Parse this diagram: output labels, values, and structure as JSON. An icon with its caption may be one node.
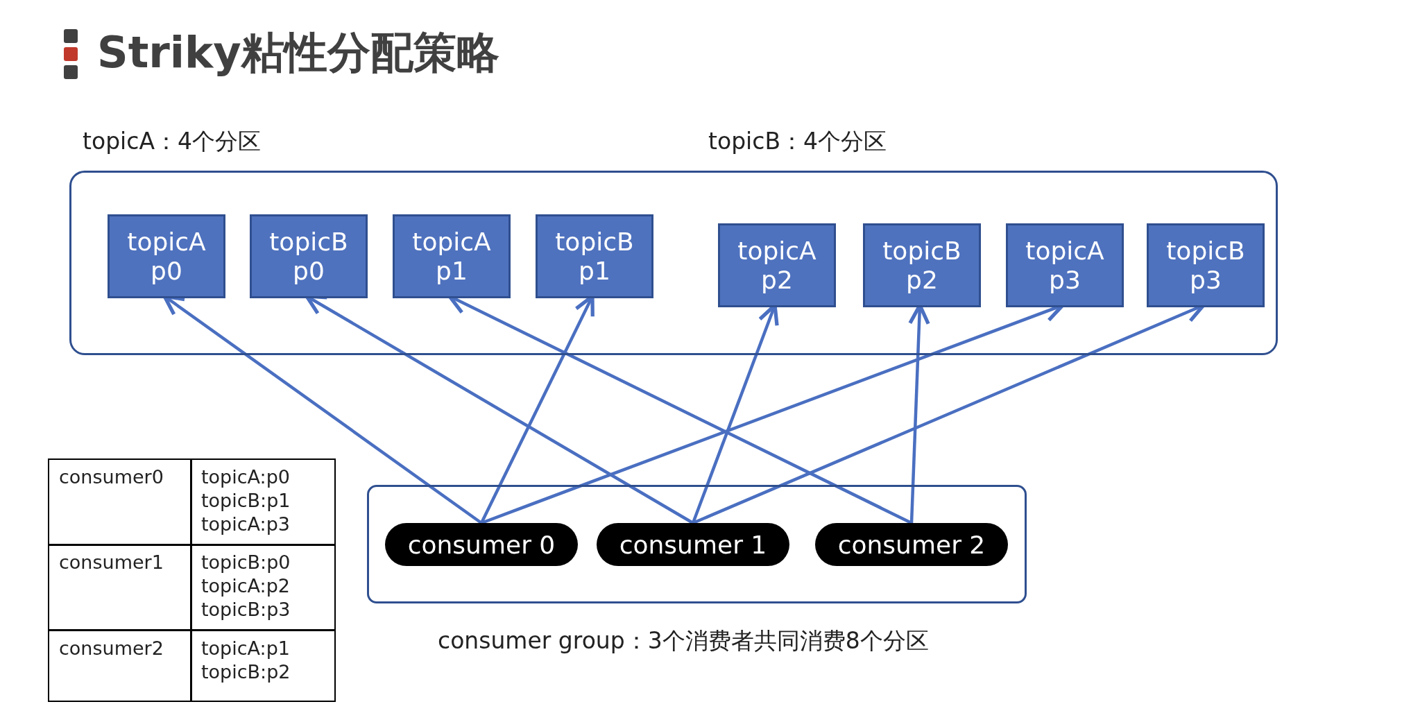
{
  "diagram": {
    "title": "Striky粘性分配策略",
    "nodes": [
      {
        "text": [],
        "shape": "box"
      },
      {
        "text": [
          "topicA p0"
        ],
        "in": 0
      },
      {
        "text": [
          "topicB p0"
        ],
        "in": 0
      },
      {
        "text": [
          "topicA p1"
        ],
        "in": 0
      },
      {
        "text": [
          "topicB p1"
        ],
        "in": 0
      },
      {
        "text": [
          "topicA p2"
        ],
        "in": 0
      },
      {
        "text": [
          "topicB p2"
        ],
        "in": 0
      },
      {
        "text": [
          "topicA p3"
        ],
        "in": 0
      },
      {
        "text": [
          "topicB p3"
        ],
        "in": 0
      },
      {
        "text": [
          "consumer group：3个消费者共同消费8个分区"
        ]
      },
      {
        "text": [
          "consumer 0"
        ],
        "in": 9
      },
      {
        "text": [
          "consumer 1"
        ],
        "in": 9
      },
      {
        "text": [
          "consumer 2"
        ],
        "in": 9
      }
    ],
    "edges": [
      {
        "from": 10,
        "to": 1,
        "arrow": "to"
      },
      {
        "from": 10,
        "to": 4,
        "arrow": "to"
      },
      {
        "from": 10,
        "to": 7,
        "arrow": "to"
      },
      {
        "from": 11,
        "to": 2,
        "arrow": "to"
      },
      {
        "from": 11,
        "to": 5,
        "arrow": "to"
      },
      {
        "from": 11,
        "to": 8,
        "arrow": "to"
      },
      {
        "from": 12,
        "to": 3,
        "arrow": "to"
      },
      {
        "from": 12,
        "to": 6,
        "arrow": "to"
      }
    ],
    "labels": [
      "topicA：4个分区",
      "topicB：4个分区",
      "consumer0",
      "topicA:p0 topicB:p1 topicA:p3",
      "consumer1",
      "topicB:p0 topicA:p2 topicB:p3",
      "consumer2",
      "topicA:p1 topicB:p2"
    ]
  }
}
